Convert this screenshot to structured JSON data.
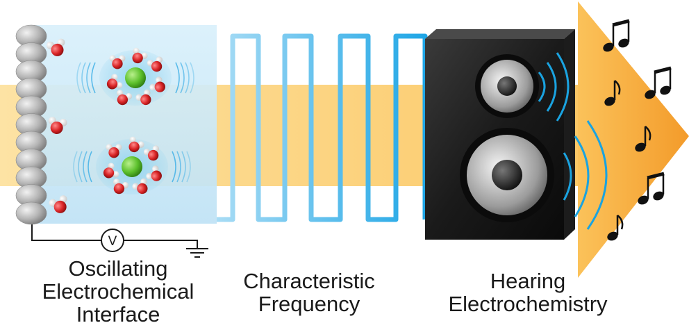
{
  "captions": {
    "interface": [
      "Oscillating",
      "Electrochemical",
      "Interface"
    ],
    "frequency": [
      "Characteristic",
      "Frequency"
    ],
    "hearing": [
      "Hearing",
      "Electrochemistry"
    ]
  },
  "voltmeter_symbol": "V",
  "colors": {
    "band": "#fcd37a",
    "arrow": "#f7a93a",
    "solution": "#cde9f7",
    "wave": "#4fb8e8",
    "speaker_body": "#111111",
    "chloride_ion": "#5cc02c",
    "oxygen": "#d92426",
    "electrode_bead": "#b4b4b4",
    "music_note": "#111111"
  },
  "icons": [
    "electrode-icon",
    "water-molecule-icon",
    "ion-icon",
    "voltmeter-icon",
    "ground-icon",
    "speaker-icon",
    "sound-wave-icon",
    "music-note-icon"
  ]
}
